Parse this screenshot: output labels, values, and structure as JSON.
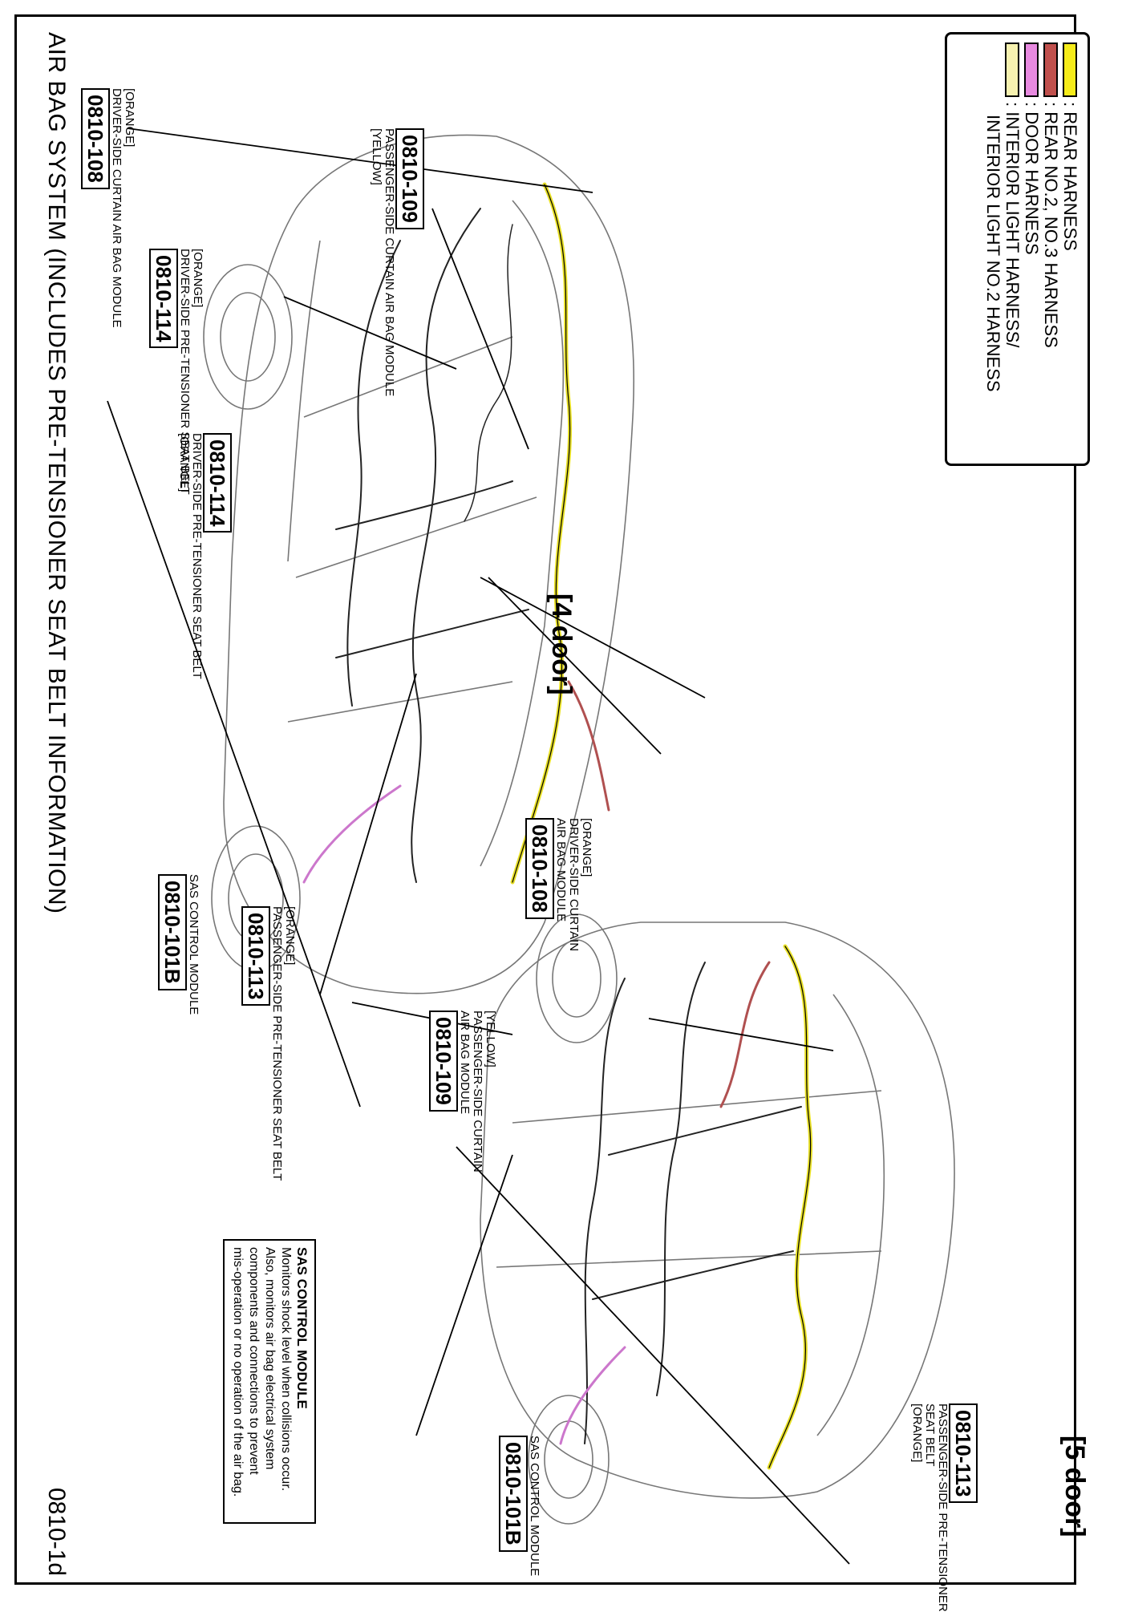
{
  "page": {
    "title": "AIR BAG SYSTEM (INCLUDES PRE-TENSIONER SEAT BELT INFORMATION)",
    "page_number": "0810-1d"
  },
  "legend": {
    "items": [
      {
        "label": ": REAR HARNESS",
        "color": "#f6ec1a"
      },
      {
        "label": ": REAR NO.2, NO.3 HARNESS",
        "color": "#c0504d"
      },
      {
        "label": ": DOOR HARNESS",
        "color": "#e88ae0"
      },
      {
        "label": ": INTERIOR LIGHT HARNESS/",
        "color": "#f7f2b0"
      },
      {
        "label": "INTERIOR LIGHT NO.2 HARNESS",
        "color": ""
      }
    ]
  },
  "four_door": {
    "label": "[4 door]",
    "callouts": [
      {
        "code": "0810-108",
        "lines": [
          "[ORANGE]",
          "DRIVER-SIDE CURTAIN AIR BAG MODULE"
        ]
      },
      {
        "code": "0810-109",
        "lines": [
          "PASSENGER-SIDE CURTAIN AIR BAG MODULE",
          "[YELLOW]"
        ]
      },
      {
        "code": "0810-114",
        "lines": [
          "[ORANGE]",
          "DRIVER-SIDE PRE-TENSIONER SEAT BELT"
        ]
      },
      {
        "code": "0810-101B",
        "lines": [
          "SAS CONTROL MODULE"
        ]
      },
      {
        "code": "0810-113",
        "lines": [
          "[ORANGE]",
          "PASSENGER-SIDE PRE-TENSIONER SEAT BELT"
        ]
      }
    ]
  },
  "five_door": {
    "label": "[5 door]",
    "callouts": [
      {
        "code": "0810-114",
        "lines": [
          "DRIVER-SIDE PRE-TENSIONER SEAT BELT",
          "[ORANGE]"
        ]
      },
      {
        "code": "0810-108",
        "lines": [
          "[ORANGE]",
          "DRIVER-SIDE CURTAIN",
          "AIR BAG MODULE"
        ]
      },
      {
        "code": "0810-109",
        "lines": [
          "[YELLOW]",
          "PASSENGER-SIDE CURTAIN",
          "AIR BAG MODULE"
        ]
      },
      {
        "code": "0810-113",
        "lines": [
          "PASSENGER-SIDE PRE-TENSIONER",
          "SEAT BELT",
          "[ORANGE]"
        ]
      },
      {
        "code": "0810-101B",
        "lines": [
          "SAS CONTROL MODULE"
        ]
      }
    ]
  },
  "note": {
    "heading": "SAS CONTROL MODULE",
    "lines": [
      "Monitors shock level when collisions occur.",
      "Also, monitors air bag electrical system",
      "components and connections to prevent",
      "mis-operation or no operation of the air bag."
    ]
  }
}
